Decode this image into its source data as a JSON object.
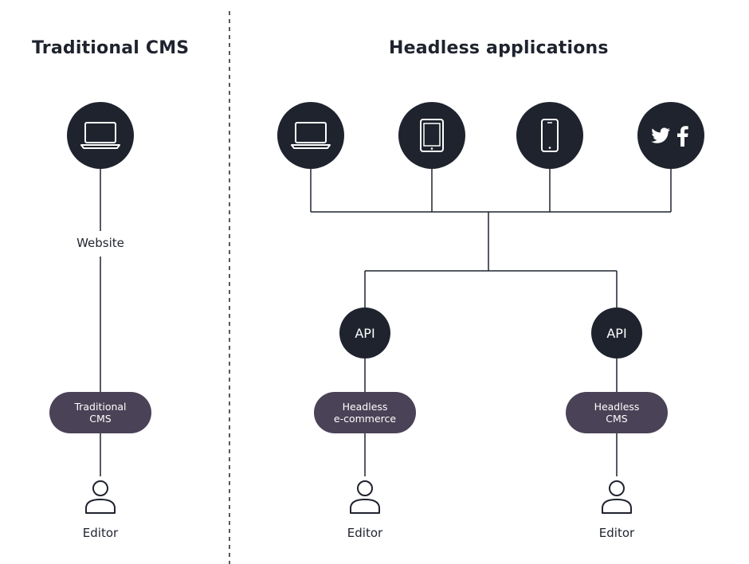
{
  "left": {
    "title": "Traditional CMS",
    "device_icon": "laptop-icon",
    "website_label": "Website",
    "cms_pill": [
      "Traditional",
      "CMS"
    ],
    "editor_label": "Editor"
  },
  "right": {
    "title": "Headless applications",
    "devices": [
      "laptop-icon",
      "tablet-icon",
      "smartphone-icon",
      "social-media-icon"
    ],
    "branches": [
      {
        "api_label": "API",
        "pill": [
          "Headless",
          "e-commerce"
        ],
        "editor_label": "Editor"
      },
      {
        "api_label": "API",
        "pill": [
          "Headless",
          "CMS"
        ],
        "editor_label": "Editor"
      }
    ]
  },
  "colors": {
    "dark": "#1f232e",
    "pill": "#4a4256",
    "line": "#1f232e"
  }
}
